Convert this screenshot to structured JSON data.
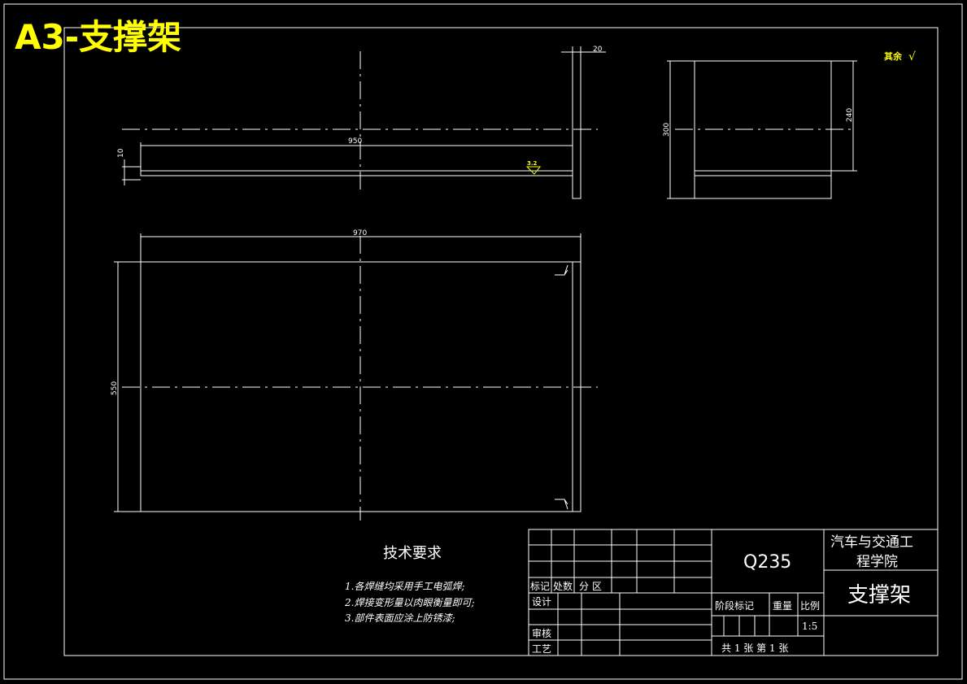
{
  "sheet": {
    "title": "A3-支撑架"
  },
  "dims": {
    "d20": "20",
    "d950": "950",
    "d10": "10",
    "d970": "970",
    "d550": "550",
    "d300": "300",
    "d240": "240"
  },
  "roughness": {
    "rest_label": "其余",
    "rest_symbol": "√",
    "weld_mark": "3.2"
  },
  "tech": {
    "title": "技术要求",
    "items": [
      "1.各焊缝均采用手工电弧焊;",
      "2.焊接变形量以肉眼衡量即可;",
      "3.部件表面应涂上防锈漆;"
    ]
  },
  "titleblock": {
    "material": "Q235",
    "school": "汽车与交通工程学院",
    "school_line1": "汽车与交通工",
    "school_line2": "程学院",
    "part_name": "支撑架",
    "rev_labels": [
      "标记",
      "处数",
      "分 区"
    ],
    "design": "设计",
    "check": "审核",
    "process": "工艺",
    "stage_mark": "阶段标记",
    "weight": "重量",
    "scale_label": "比例",
    "scale": "1:5",
    "sheet_count": "共 1 张   第 1 张"
  }
}
